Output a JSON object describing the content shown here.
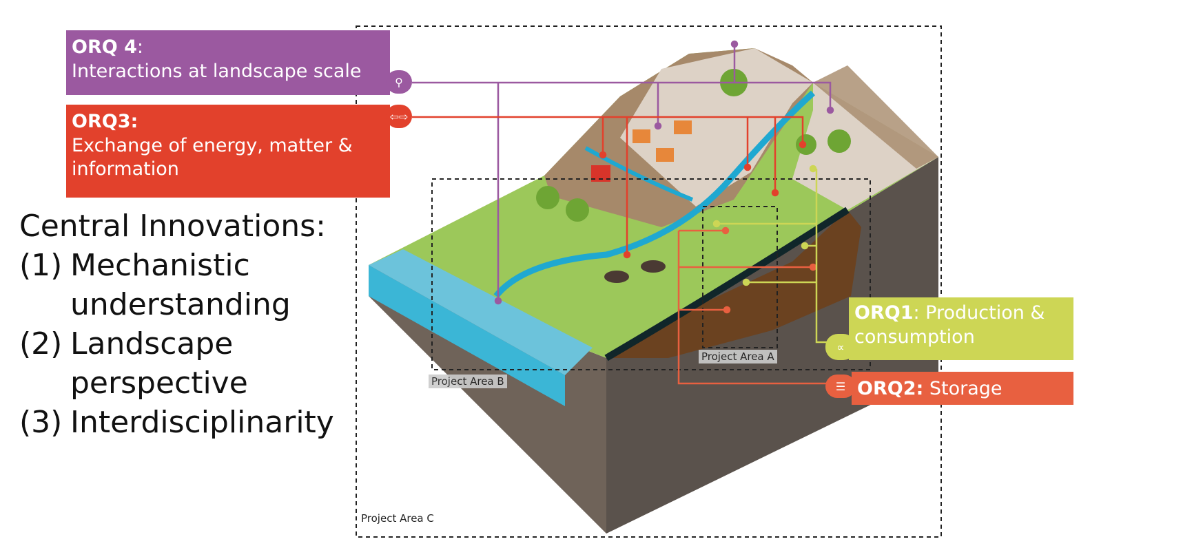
{
  "orq4": {
    "title": "ORQ 4",
    "text": "Interactions at landscape scale",
    "icon": "location-pin-icon",
    "color": "#9B59A0"
  },
  "orq3": {
    "title": "ORQ3:",
    "text": "Exchange of energy, matter & information",
    "icon": "exchange-arrows-icon",
    "color": "#E2412C"
  },
  "orq1": {
    "title": "ORQ1",
    "text": "Production & consumption",
    "icon": "cycle-icon",
    "color": "#CDD655"
  },
  "orq2": {
    "title": "ORQ2:",
    "text": "Storage",
    "icon": "storage-icon",
    "color": "#E86040"
  },
  "innovations": {
    "heading": "Central Innovations:",
    "items": [
      {
        "num": "(1)",
        "text": "Mechanistic understanding"
      },
      {
        "num": "(2)",
        "text": "Landscape perspective"
      },
      {
        "num": "(3)",
        "text": "Interdisciplinarity"
      }
    ]
  },
  "areas": {
    "a": "Project Area A",
    "b": "Project Area B",
    "c": "Project Area C"
  }
}
